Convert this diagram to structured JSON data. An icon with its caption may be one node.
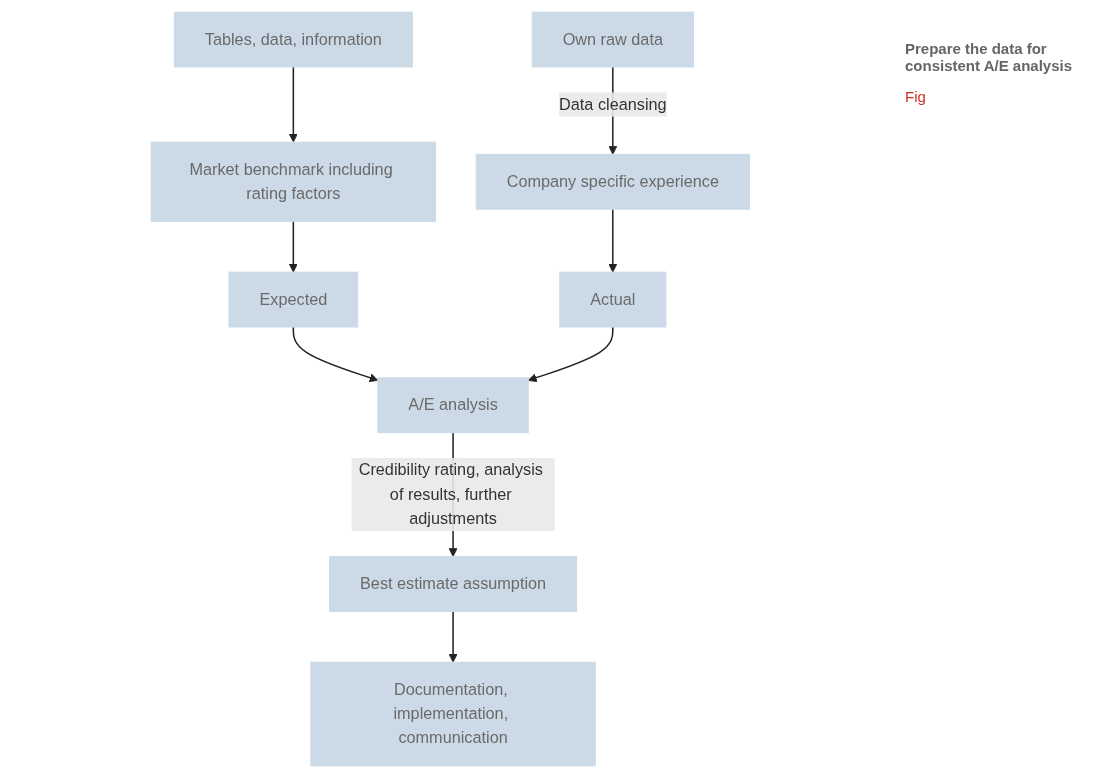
{
  "diagram": {
    "nodes": [
      {
        "text": [
          "Tables, data, information"
        ]
      },
      {
        "text": [
          "Own raw data"
        ]
      },
      {
        "text": [
          "Market benchmark including rating factors"
        ]
      },
      {
        "text": [
          "Company specific experience"
        ]
      },
      {
        "text": [
          "Expected"
        ]
      },
      {
        "text": [
          "Actual"
        ]
      },
      {
        "text": [
          "A/E analysis"
        ]
      },
      {
        "text": [
          "Best estimate assumption"
        ]
      },
      {
        "text": [
          "Documentation, implementation, communication"
        ]
      }
    ],
    "edges": [
      {
        "from": 0,
        "to": 2,
        "arrow": "to"
      },
      {
        "from": 1,
        "to": 3,
        "arrow": "to",
        "label": "Data cleansing"
      },
      {
        "from": 2,
        "to": 4,
        "arrow": "to"
      },
      {
        "from": 3,
        "to": 5,
        "arrow": "to"
      },
      {
        "from": 4,
        "to": 6,
        "arrow": "to"
      },
      {
        "from": 5,
        "to": 6,
        "arrow": "to"
      },
      {
        "from": 6,
        "to": 7,
        "arrow": "to",
        "label": "Credibility rating, analysis of results, further adjustments"
      },
      {
        "from": 7,
        "to": 8,
        "arrow": "to"
      }
    ],
    "labels": [
      "Prepare the data for consistent A/E analysis",
      "Fig"
    ]
  }
}
